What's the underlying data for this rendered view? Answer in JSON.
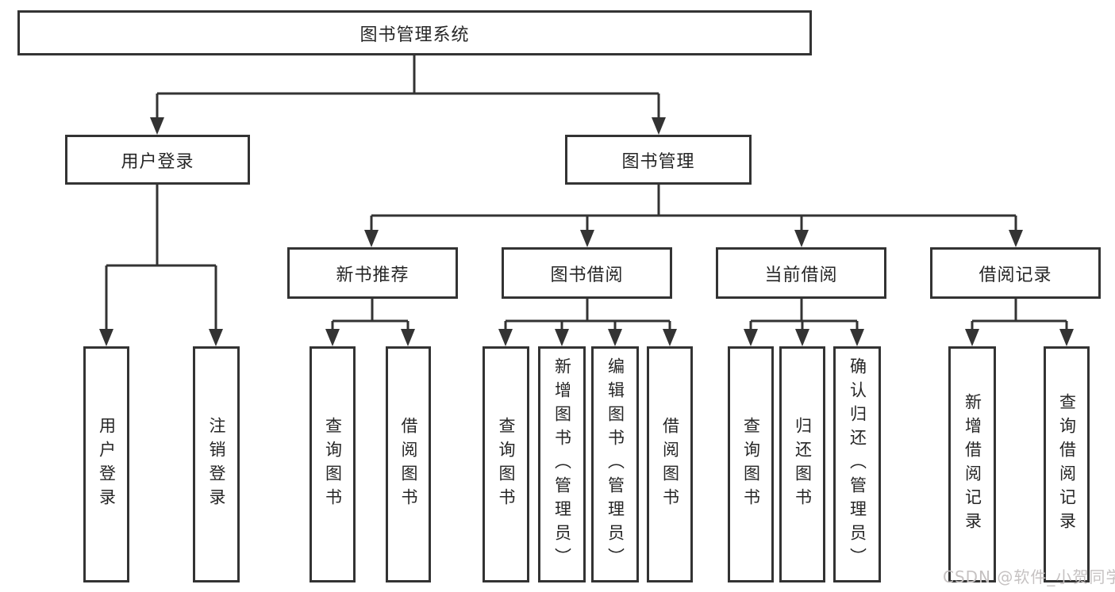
{
  "tree": {
    "label": "图书管理系统",
    "children": [
      {
        "label": "用户登录",
        "children": [
          {
            "label": "用户登录"
          },
          {
            "label": "注销登录"
          }
        ]
      },
      {
        "label": "图书管理",
        "children": [
          {
            "label": "新书推荐",
            "children": [
              {
                "label": "查询图书"
              },
              {
                "label": "借阅图书"
              }
            ]
          },
          {
            "label": "图书借阅",
            "children": [
              {
                "label": "查询图书"
              },
              {
                "label": "新增图书（管理员）"
              },
              {
                "label": "编辑图书（管理员）"
              },
              {
                "label": "借阅图书"
              }
            ]
          },
          {
            "label": "当前借阅",
            "children": [
              {
                "label": "查询图书"
              },
              {
                "label": "归还图书"
              },
              {
                "label": "确认归还（管理员）"
              }
            ]
          },
          {
            "label": "借阅记录",
            "children": [
              {
                "label": "新增借阅记录"
              },
              {
                "label": "查询借阅记录"
              }
            ]
          }
        ]
      }
    ]
  },
  "watermark": {
    "text": "CSDN @软件_小贺同学"
  },
  "colors": {
    "line": "#333333",
    "box_border": "#333333",
    "box_fill": "#ffffff",
    "text": "#262626",
    "watermark": "#c6c2c2",
    "background": "#ffffff"
  }
}
